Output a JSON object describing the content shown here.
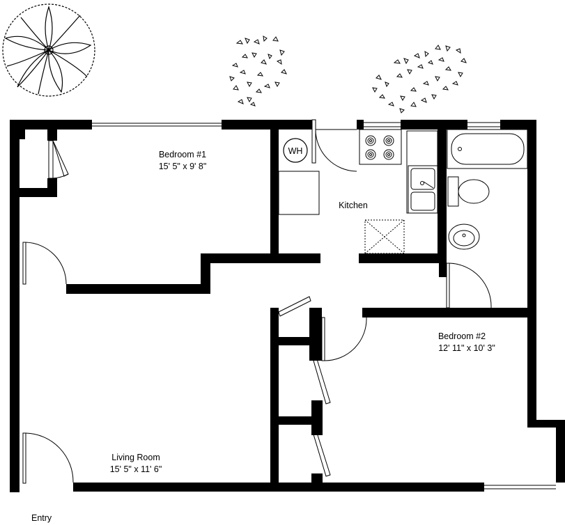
{
  "rooms": {
    "bedroom1": {
      "name": "Bedroom #1",
      "dims": "15' 5\" x 9' 8\""
    },
    "kitchen": {
      "name": "Kitchen"
    },
    "bedroom2": {
      "name": "Bedroom #2",
      "dims": "12' 11\" x 10' 3\""
    },
    "living": {
      "name": "Living Room",
      "dims": "15' 5\" x 11' 6\""
    }
  },
  "fixtures": {
    "water_heater": "WH"
  },
  "entry_label": "Entry",
  "icons": [
    "tree-icon",
    "shrub-icon",
    "stove-icon",
    "sink-icon",
    "toilet-icon",
    "bathtub-icon",
    "lavatory-icon"
  ],
  "colors": {
    "wall": "#000000",
    "background": "#ffffff",
    "fixture": "#000000"
  }
}
